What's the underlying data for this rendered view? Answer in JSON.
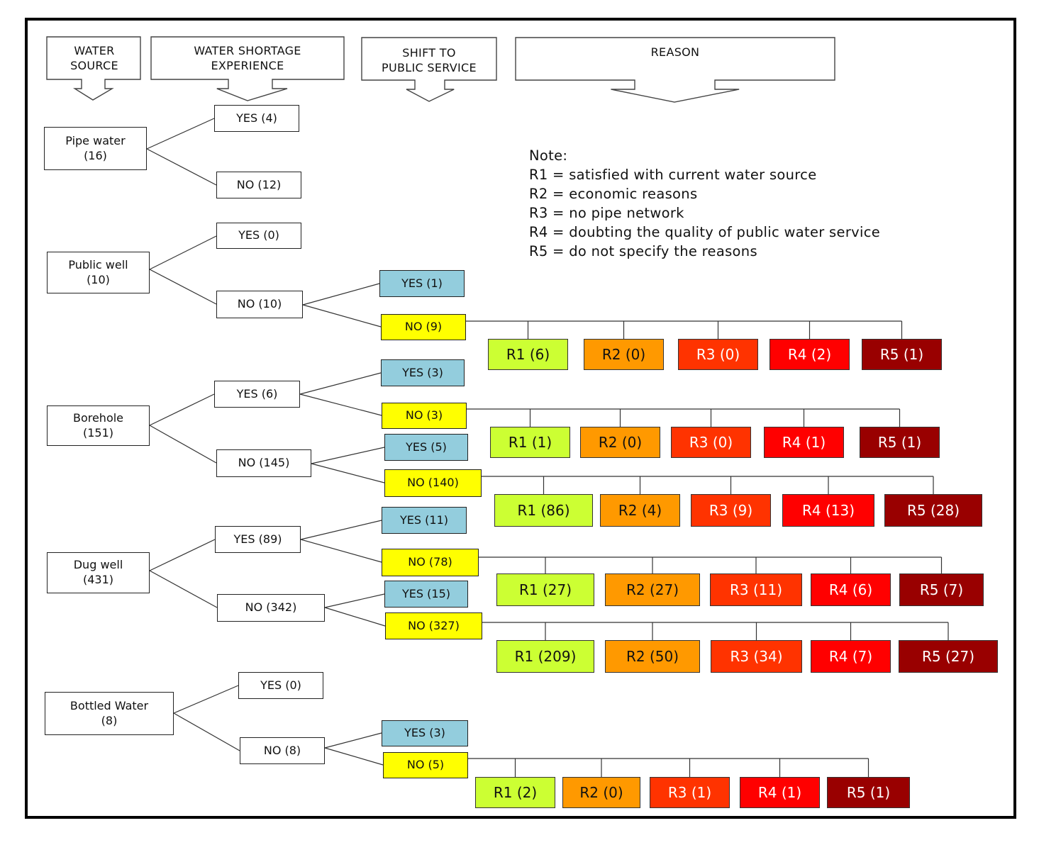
{
  "headers": {
    "water_source": "WATER\nSOURCE",
    "shortage": "WATER SHORTAGE\nEXPERIENCE",
    "shift": "SHIFT TO\nPUBLIC SERVICE",
    "reason": "REASON"
  },
  "note": {
    "title": "Note:",
    "lines": [
      "R1 = satisfied with current water source",
      "R2 = economic reasons",
      "R3 = no pipe network",
      "R4 = doubting  the quality of public water service",
      "R5 = do not specify the reasons"
    ]
  },
  "colors": {
    "shift_yes": "#93cddd",
    "shift_no": "#ffff00",
    "R1": "#ccff33",
    "R2": "#ff9900",
    "R3": "#ff3300",
    "R4": "#ff0000",
    "R5": "#990000"
  },
  "sources": [
    {
      "label": "Pipe water\n(16)",
      "shortage": [
        {
          "label": "YES (4)"
        },
        {
          "label": "NO (12)"
        }
      ]
    },
    {
      "label": "Public well\n(10)",
      "shortage": [
        {
          "label": "YES (0)"
        },
        {
          "label": "NO (10)"
        }
      ]
    },
    {
      "label": "Borehole\n(151)",
      "shortage": [
        {
          "label": "YES (6)"
        },
        {
          "label": "NO (145)"
        }
      ]
    },
    {
      "label": "Dug well\n(431)",
      "shortage": [
        {
          "label": "YES (89)"
        },
        {
          "label": "NO (342)"
        }
      ]
    },
    {
      "label": "Bottled Water\n(8)",
      "shortage": [
        {
          "label": "YES (0)"
        },
        {
          "label": "NO (8)"
        }
      ]
    }
  ],
  "shifts": [
    {
      "yes": "YES (1)",
      "no": "NO (9)",
      "reasons": [
        "R1 (6)",
        "R2 (0)",
        "R3 (0)",
        "R4 (2)",
        "R5 (1)"
      ]
    },
    {
      "yes": "YES (3)",
      "no": "NO (3)",
      "reasons": [
        "R1 (1)",
        "R2 (0)",
        "R3 (0)",
        "R4 (1)",
        "R5 (1)"
      ]
    },
    {
      "yes": "YES (5)",
      "no": "NO (140)",
      "reasons": [
        "R1 (86)",
        "R2 (4)",
        "R3 (9)",
        "R4 (13)",
        "R5 (28)"
      ]
    },
    {
      "yes": "YES (11)",
      "no": "NO (78)",
      "reasons": [
        "R1 (27)",
        "R2 (27)",
        "R3 (11)",
        "R4 (6)",
        "R5 (7)"
      ]
    },
    {
      "yes": "YES (15)",
      "no": "NO (327)",
      "reasons": [
        "R1 (209)",
        "R2 (50)",
        "R3 (34)",
        "R4 (7)",
        "R5 (27)"
      ]
    },
    {
      "yes": "YES (3)",
      "no": "NO (5)",
      "reasons": [
        "R1 (2)",
        "R2 (0)",
        "R3 (1)",
        "R4 (1)",
        "R5 (1)"
      ]
    }
  ]
}
